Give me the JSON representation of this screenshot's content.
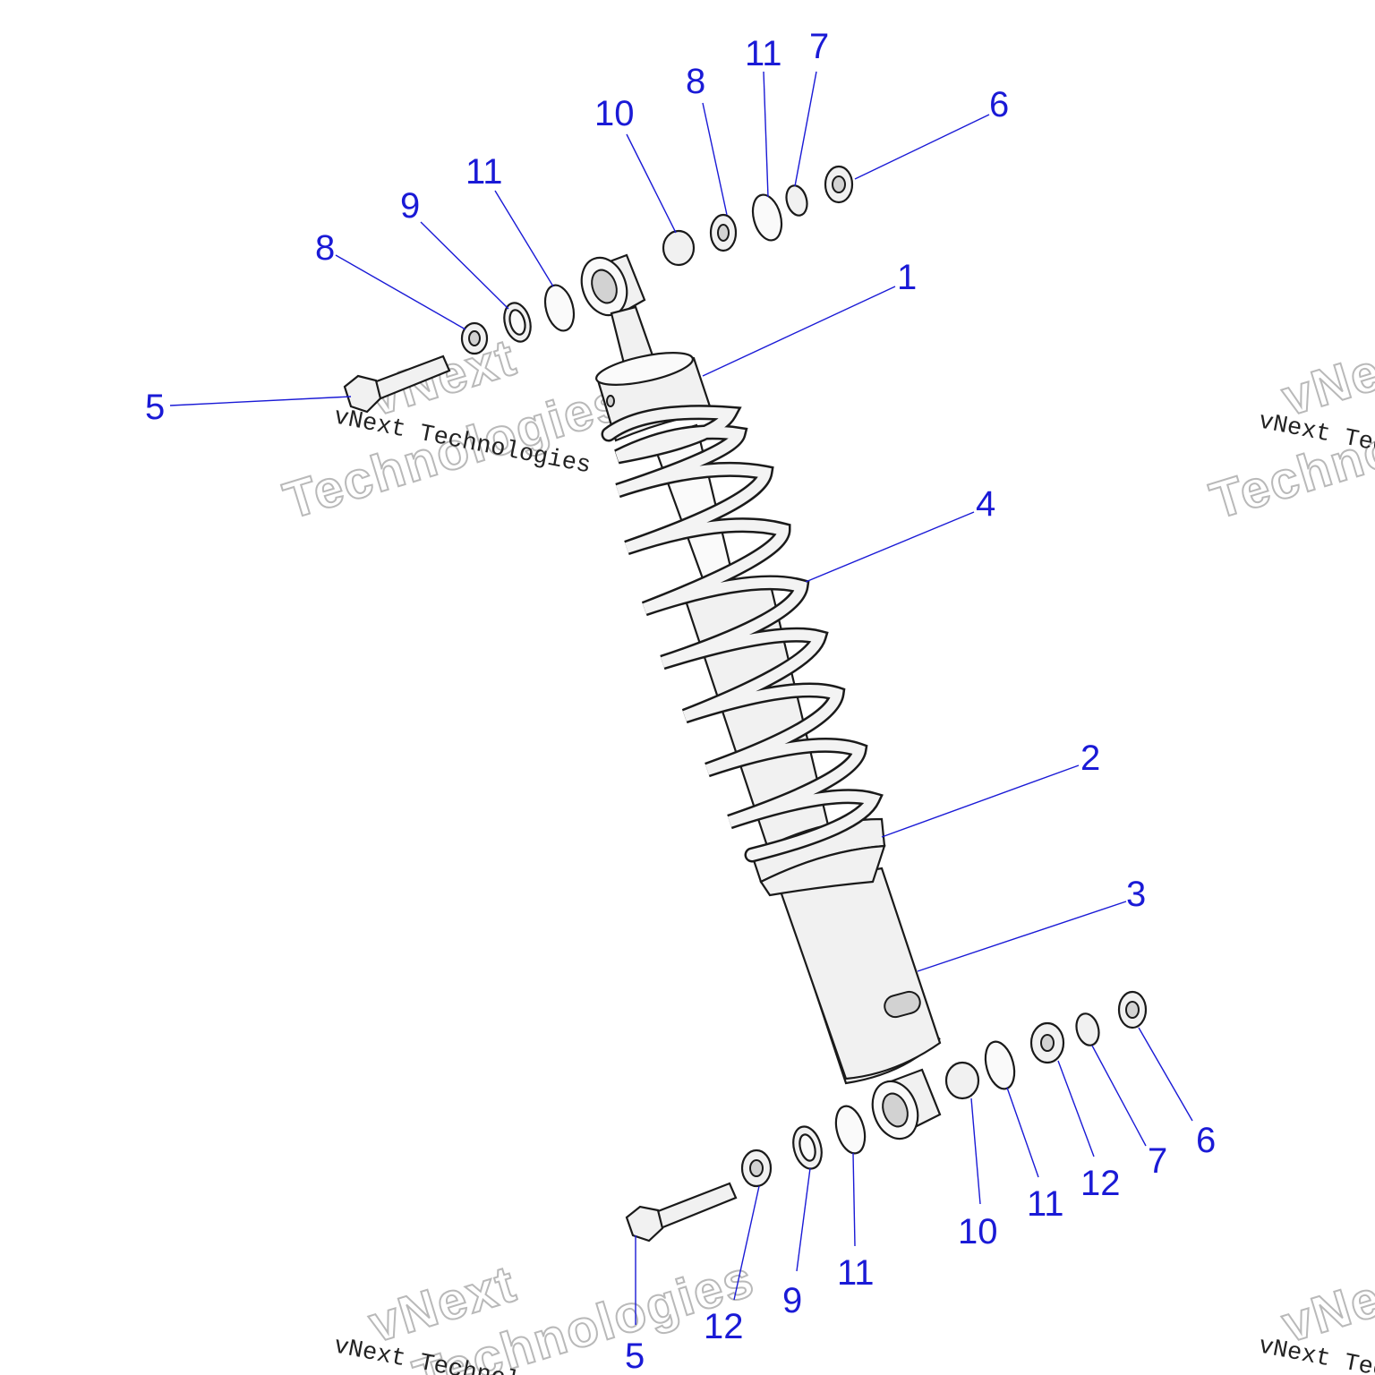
{
  "callouts": {
    "c1": "1",
    "c2": "2",
    "c3": "3",
    "c4": "4",
    "c5a": "5",
    "c5b": "5",
    "c6a": "6",
    "c6b": "6",
    "c7a": "7",
    "c7b": "7",
    "c8a": "8",
    "c8b": "8",
    "c9a": "9",
    "c9b": "9",
    "c10a": "10",
    "c10b": "10",
    "c11a": "11",
    "c11b": "11",
    "c11c": "11",
    "c11d": "11",
    "c12a": "12",
    "c12b": "12"
  },
  "watermark": {
    "line_small": "vNext Technologies",
    "word1": "vNext",
    "word2": "Technologies"
  },
  "colors": {
    "callout": "#1a1ad6",
    "line_art": "#1a1a1a",
    "part_fill": "#f1f1f1"
  }
}
